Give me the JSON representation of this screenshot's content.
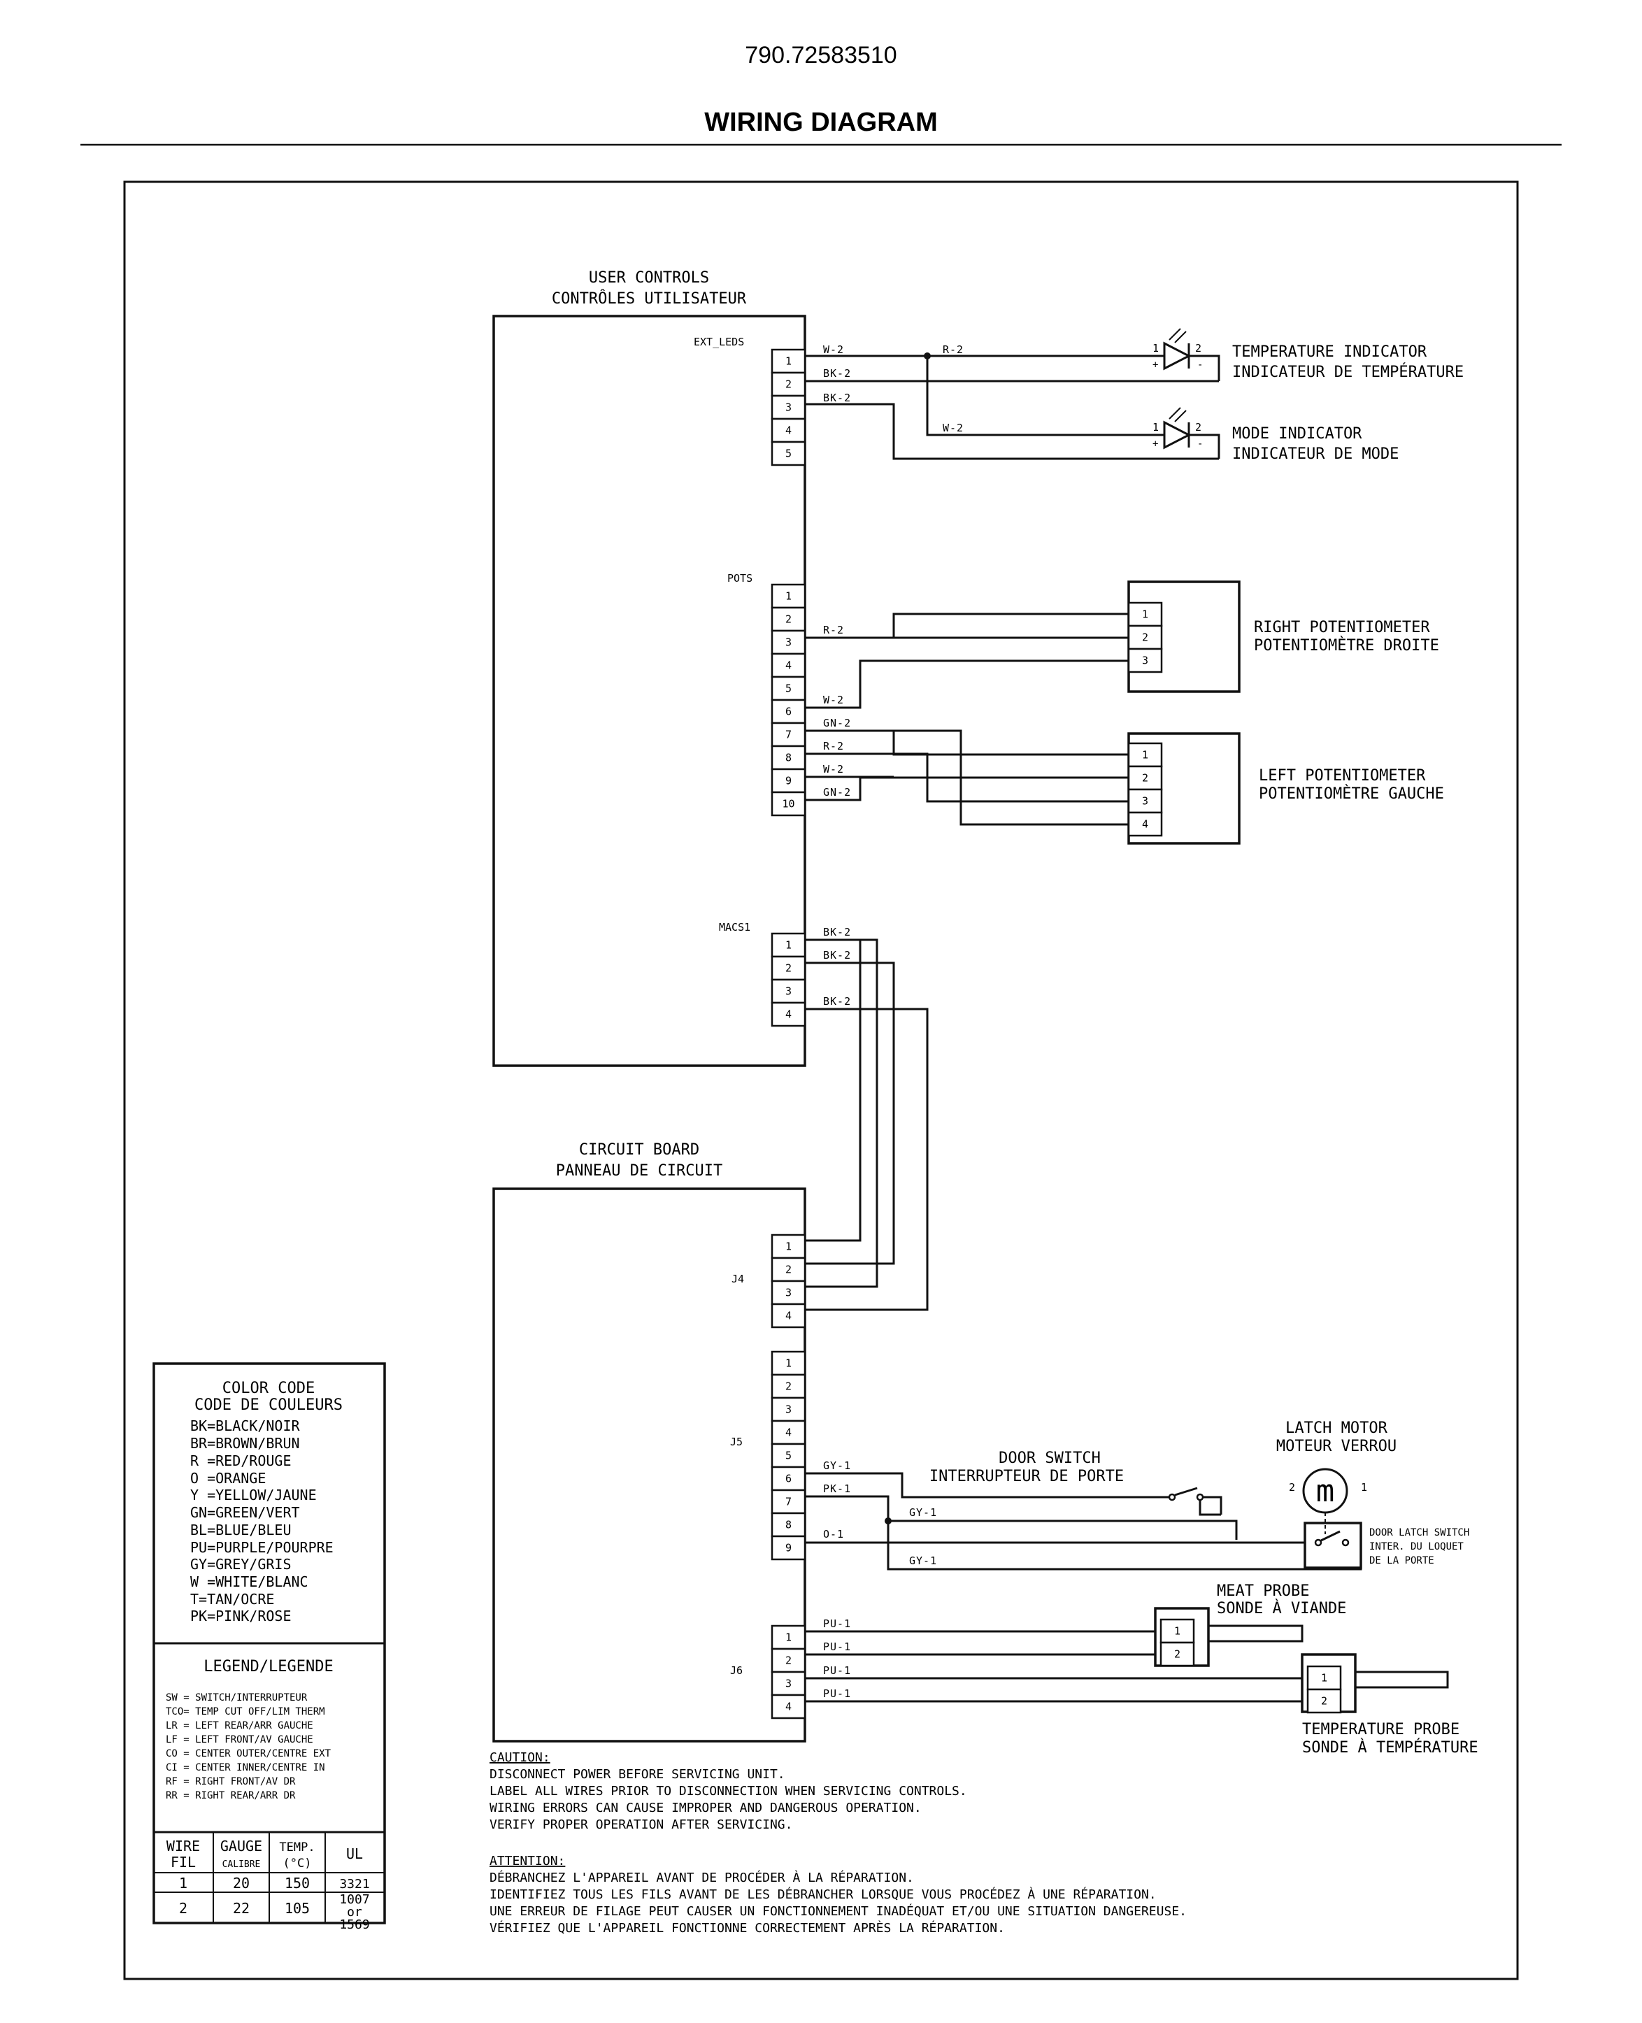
{
  "doc_number": "790.72583510",
  "title": "WIRING DIAGRAM",
  "user_controls": {
    "title_en": "USER CONTROLS",
    "title_fr": "CONTRÔLES UTILISATEUR",
    "ext_leds": {
      "label": "EXT_LEDS",
      "pins": [
        "1",
        "2",
        "3",
        "4",
        "5"
      ]
    },
    "pots": {
      "label": "POTS",
      "pins": [
        "1",
        "2",
        "3",
        "4",
        "5",
        "6",
        "7",
        "8",
        "9",
        "10"
      ]
    },
    "macs1": {
      "label": "MACS1",
      "pins": [
        "1",
        "2",
        "3",
        "4"
      ]
    }
  },
  "circuit_board": {
    "title_en": "CIRCUIT BOARD",
    "title_fr": "PANNEAU DE CIRCUIT",
    "j4": {
      "label": "J4",
      "pins": [
        "1",
        "2",
        "3",
        "4"
      ]
    },
    "j5": {
      "label": "J5",
      "pins": [
        "1",
        "2",
        "3",
        "4",
        "5",
        "6",
        "7",
        "8",
        "9"
      ]
    },
    "j6": {
      "label": "J6",
      "pins": [
        "1",
        "2",
        "3",
        "4"
      ]
    }
  },
  "wire_labels": {
    "w2": "W-2",
    "bk2": "BK-2",
    "r2": "R-2",
    "gn2": "GN-2",
    "gy1": "GY-1",
    "pk1": "PK-1",
    "o1": "O-1",
    "pu1": "PU-1"
  },
  "components": {
    "temp_indicator": {
      "en": "TEMPERATURE INDICATOR",
      "fr": "INDICATEUR DE TEMPÉRATURE"
    },
    "mode_indicator": {
      "en": "MODE INDICATOR",
      "fr": "INDICATEUR DE MODE"
    },
    "led_pins": {
      "p1": "1",
      "p2": "2",
      "plus": "+",
      "minus": "-"
    },
    "right_pot": {
      "en": "RIGHT POTENTIOMETER",
      "fr": "POTENTIOMÈTRE DROITE",
      "pins": [
        "1",
        "2",
        "3"
      ]
    },
    "left_pot": {
      "en": "LEFT POTENTIOMETER",
      "fr": "POTENTIOMÈTRE GAUCHE",
      "pins": [
        "1",
        "2",
        "3",
        "4"
      ]
    },
    "door_switch": {
      "en": "DOOR SWITCH",
      "fr": "INTERRUPTEUR DE PORTE"
    },
    "latch_motor": {
      "en": "LATCH MOTOR",
      "fr": "MOTEUR VERROU",
      "pin_left": "2",
      "pin_right": "1",
      "symbol": "m"
    },
    "door_latch_switch": {
      "l1": "DOOR LATCH SWITCH",
      "l2": "INTER. DU LOQUET",
      "l3": "DE LA PORTE"
    },
    "meat_probe": {
      "en": "MEAT PROBE",
      "fr": "SONDE À VIANDE",
      "pins": [
        "1",
        "2"
      ]
    },
    "temp_probe": {
      "en": "TEMPERATURE PROBE",
      "fr": "SONDE À TEMPÉRATURE",
      "pins": [
        "1",
        "2"
      ]
    }
  },
  "color_code": {
    "title_en": "COLOR CODE",
    "title_fr": "CODE DE COULEURS",
    "entries": [
      "BK=BLACK/NOIR",
      "BR=BROWN/BRUN",
      "R =RED/ROUGE",
      "O =ORANGE",
      "Y =YELLOW/JAUNE",
      "GN=GREEN/VERT",
      "BL=BLUE/BLEU",
      "PU=PURPLE/POURPRE",
      "GY=GREY/GRIS",
      "W =WHITE/BLANC",
      "T=TAN/OCRE",
      "PK=PINK/ROSE"
    ]
  },
  "legend": {
    "title": "LEGEND/LEGENDE",
    "entries": [
      "SW = SWITCH/INTERRUPTEUR",
      "TCO= TEMP CUT OFF/LIM THERM",
      "LR = LEFT REAR/ARR GAUCHE",
      "LF = LEFT FRONT/AV GAUCHE",
      "CO = CENTER OUTER/CENTRE EXT",
      "CI = CENTER INNER/CENTRE IN",
      "RF = RIGHT FRONT/AV DR",
      "RR = RIGHT REAR/ARR DR"
    ]
  },
  "wire_table": {
    "headers": {
      "wire": "WIRE",
      "wire_fr": "FIL",
      "gauge": "GAUGE",
      "gauge_fr": "CALIBRE",
      "temp": "TEMP.",
      "temp_unit": "(°C)",
      "ul": "UL"
    },
    "rows": [
      {
        "wire": "1",
        "gauge": "20",
        "temp": "150",
        "ul": [
          "3321"
        ]
      },
      {
        "wire": "2",
        "gauge": "22",
        "temp": "105",
        "ul": [
          "1007",
          "or",
          "1569"
        ]
      }
    ]
  },
  "caution": {
    "title": "CAUTION:",
    "lines": [
      "DISCONNECT POWER BEFORE SERVICING UNIT.",
      "LABEL ALL WIRES PRIOR TO DISCONNECTION WHEN SERVICING CONTROLS.",
      "WIRING ERRORS CAN CAUSE IMPROPER AND DANGEROUS OPERATION.",
      "VERIFY PROPER OPERATION AFTER SERVICING."
    ]
  },
  "attention": {
    "title": "ATTENTION:",
    "lines": [
      "DÉBRANCHEZ L'APPAREIL AVANT DE PROCÉDER À LA RÉPARATION.",
      "IDENTIFIEZ TOUS LES FILS AVANT DE LES DÉBRANCHER LORSQUE VOUS PROCÉDEZ À UNE RÉPARATION.",
      "UNE ERREUR DE FILAGE PEUT CAUSER UN FONCTIONNEMENT INADÉQUAT ET/OU UNE SITUATION DANGEREUSE.",
      "VÉRIFIEZ QUE L'APPAREIL FONCTIONNE CORRECTEMENT APRÈS LA RÉPARATION."
    ]
  }
}
